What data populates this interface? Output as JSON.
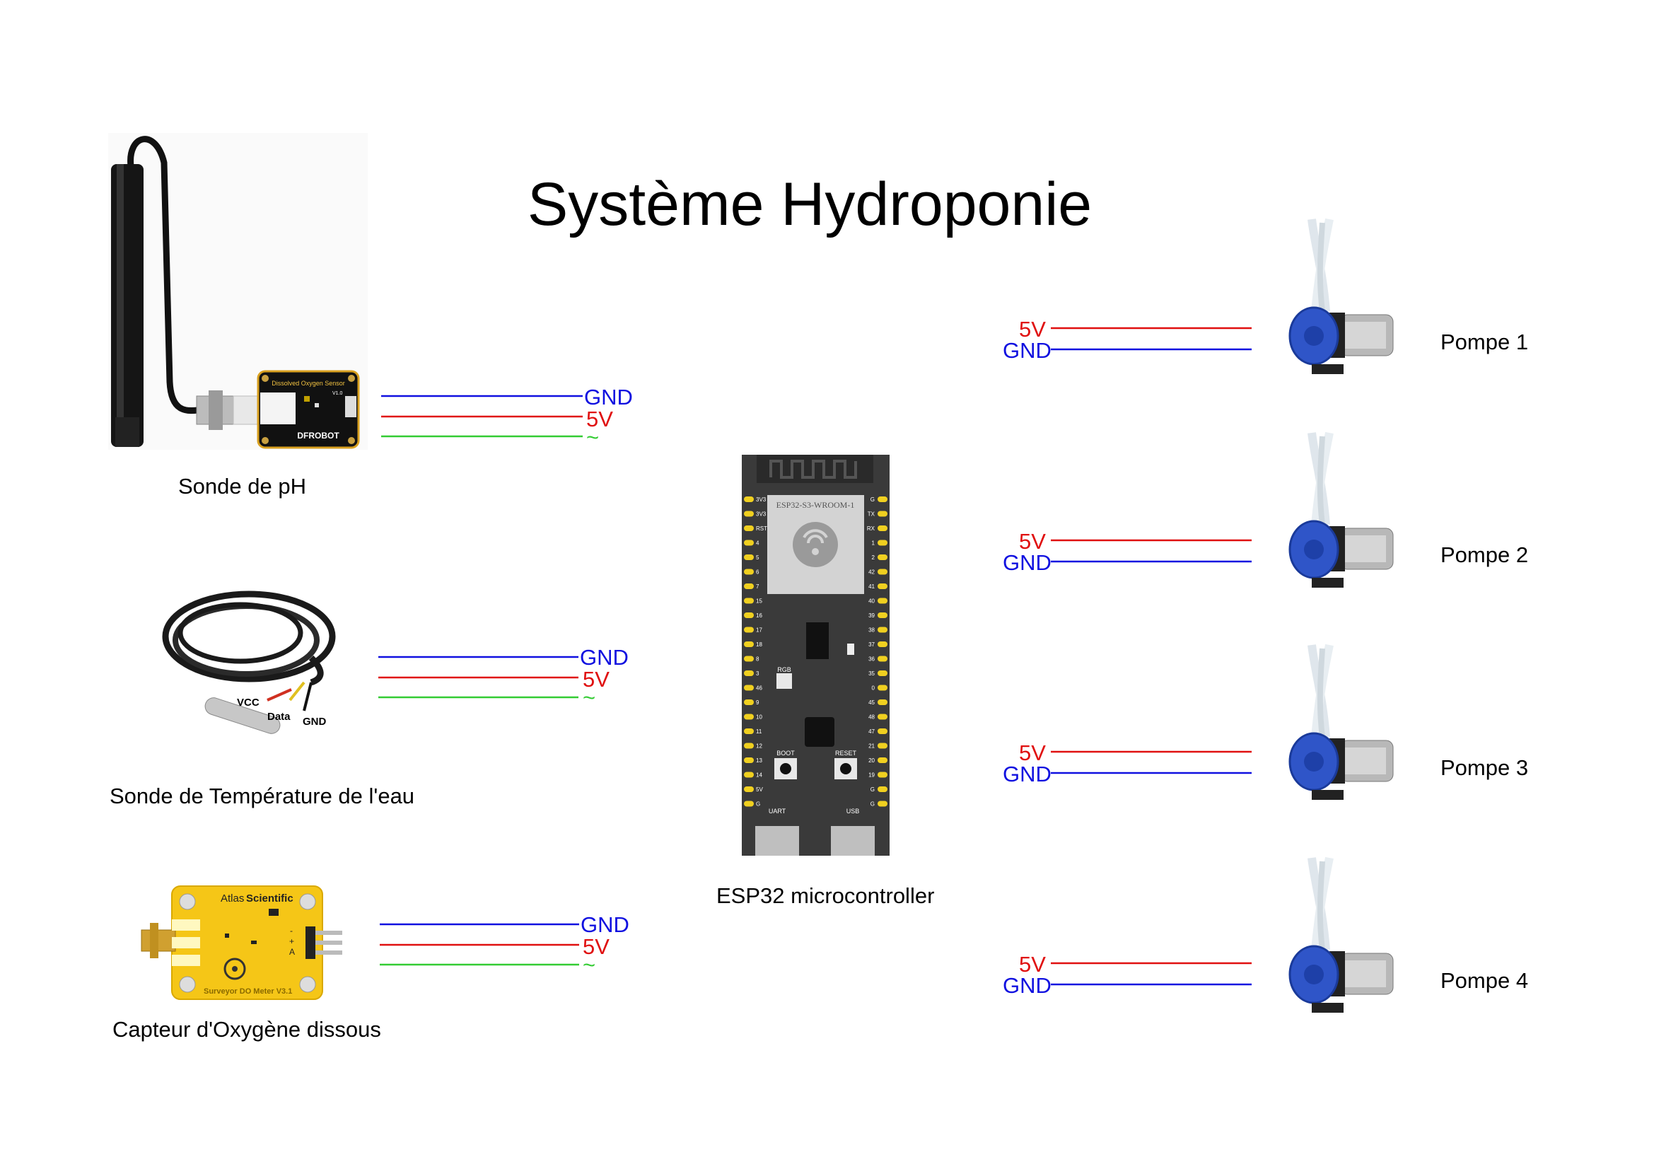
{
  "title": "Système Hydroponie",
  "colors": {
    "gnd": "#1010e0",
    "v5": "#e01010",
    "data": "#33cc33"
  },
  "sensors": [
    {
      "name": "Sonde de pH",
      "pins": [
        "GND",
        "5V",
        "~"
      ]
    },
    {
      "name": "Sonde de Température de l'eau",
      "pins": [
        "GND",
        "5V",
        "~"
      ]
    },
    {
      "name": "Capteur d'Oxygène dissous",
      "pins": [
        "GND",
        "5V",
        "~"
      ]
    }
  ],
  "controller": {
    "name": "ESP32 microcontroller",
    "module_label": "ESP32-S3-WROOM-1",
    "left_pins": [
      "3V3",
      "3V3",
      "RST",
      "4",
      "5",
      "6",
      "7",
      "15",
      "16",
      "17",
      "18",
      "8",
      "3",
      "46",
      "9",
      "10",
      "11",
      "12",
      "13",
      "14",
      "5V",
      "G"
    ],
    "right_pins": [
      "G",
      "TX",
      "RX",
      "1",
      "2",
      "42",
      "41",
      "40",
      "39",
      "38",
      "37",
      "36",
      "35",
      "0",
      "45",
      "48",
      "47",
      "21",
      "20",
      "19",
      "G",
      "G"
    ],
    "buttons": [
      "BOOT",
      "RESET"
    ],
    "ports": [
      "UART",
      "USB"
    ],
    "led_label": "RGB"
  },
  "probe_wires": [
    "VCC",
    "Data",
    "GND"
  ],
  "pumps": [
    {
      "name": "Pompe 1",
      "pins": [
        "5V",
        "GND"
      ]
    },
    {
      "name": "Pompe 2",
      "pins": [
        "5V",
        "GND"
      ]
    },
    {
      "name": "Pompe 3",
      "pins": [
        "5V",
        "GND"
      ]
    },
    {
      "name": "Pompe 4",
      "pins": [
        "5V",
        "GND"
      ]
    }
  ],
  "board_text": {
    "do_board": "Dissolved Oxygen Sensor",
    "do_ver": "V1.0",
    "dfrobot": "DFROBOT",
    "atlas_brand": "Atlas",
    "atlas_brand2": "Scientific",
    "atlas_model": "Surveyor DO Meter V3.1",
    "atlas_pins": [
      "-",
      "+",
      "A"
    ]
  }
}
